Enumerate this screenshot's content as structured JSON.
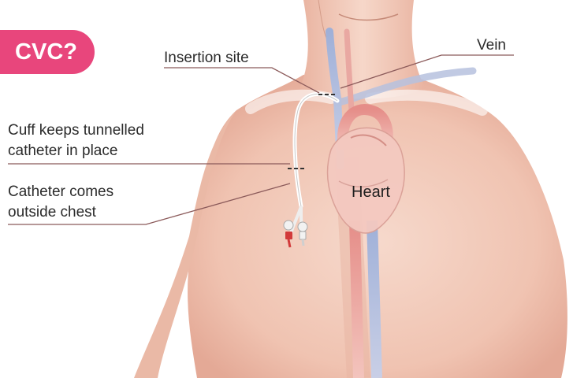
{
  "badge": {
    "text": "CVC?",
    "color": "#e8467c"
  },
  "labels": {
    "insertion_site": "Insertion site",
    "vein": "Vein",
    "cuff_line1": "Cuff keeps tunnelled",
    "cuff_line2": "catheter in place",
    "catheter_line1": "Catheter comes",
    "catheter_line2": "outside chest",
    "heart": "Heart"
  },
  "colors": {
    "skin": "#f2c9b8",
    "skin_shadow": "#e3a794",
    "vessel_blue": "#a9b6d6",
    "vessel_red": "#e28a86",
    "leader_line": "#8b5a5a",
    "catheter_tip": "#d23a3a"
  }
}
